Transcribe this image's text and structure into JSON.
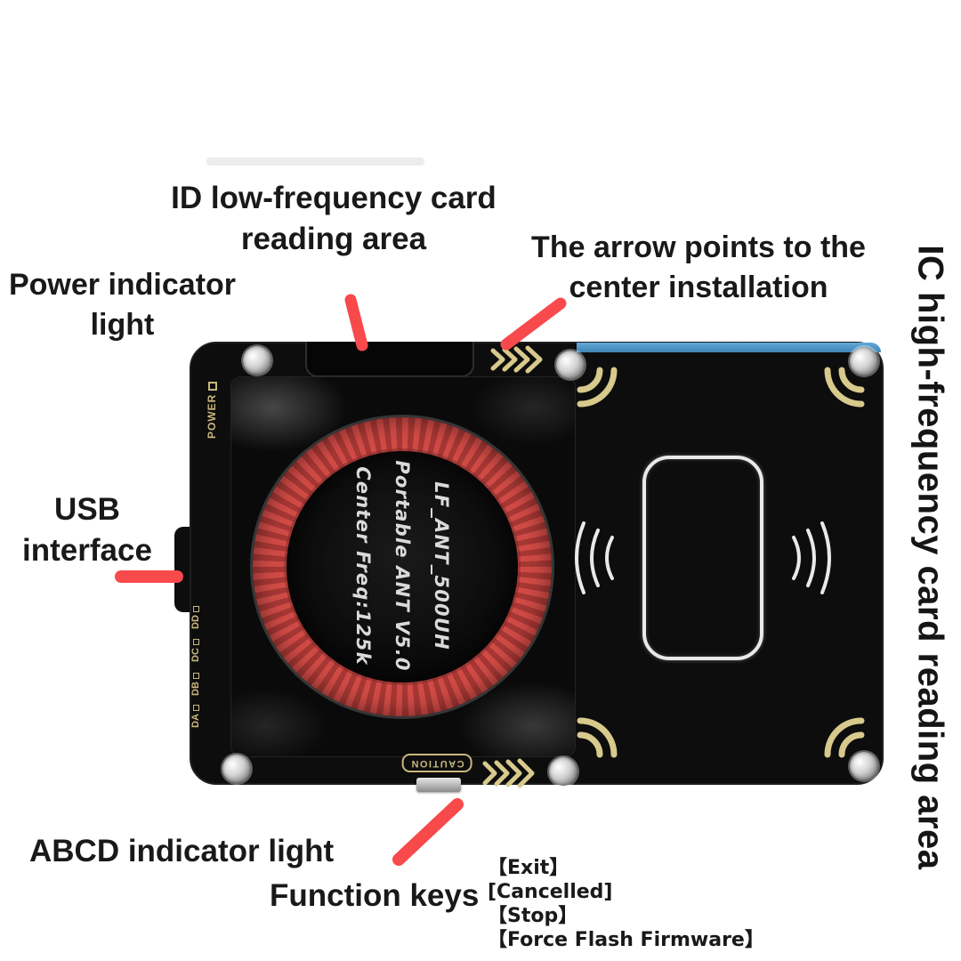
{
  "labels": {
    "id_lf": {
      "line1": "ID low-frequency card",
      "line2": "reading area"
    },
    "arrow_center": {
      "line1": "The arrow points to the",
      "line2": "center installation"
    },
    "power": {
      "line1": "Power indicator",
      "line2": "light"
    },
    "usb": {
      "line1": "USB",
      "line2": "interface"
    },
    "abcd": "ABCD indicator light",
    "function_keys": "Function keys",
    "ic_hf_vertical": "IC high-frequency card reading area"
  },
  "function_key_list": [
    "【Exit】",
    "[Cancelled]",
    "【Stop】",
    "【Force Flash Firmware】"
  ],
  "board": {
    "power_label": "POWER",
    "led_labels": [
      "DD",
      "DC",
      "DB",
      "DA"
    ],
    "caution_label": "CAUTION",
    "coil_text": [
      "LF_ANT_500UH",
      "Portable ANT V5.0",
      "Center Freq:125k"
    ]
  },
  "colors": {
    "arrow_red": "#f8494b",
    "board_black": "#0d0d0d",
    "silkscreen_gold": "#c9b87e",
    "decor_gold": "#d8c98c",
    "coil_red": "#c4443f",
    "blue_strip": "#4a93c8",
    "card_outline_white": "#e9e9e9"
  }
}
